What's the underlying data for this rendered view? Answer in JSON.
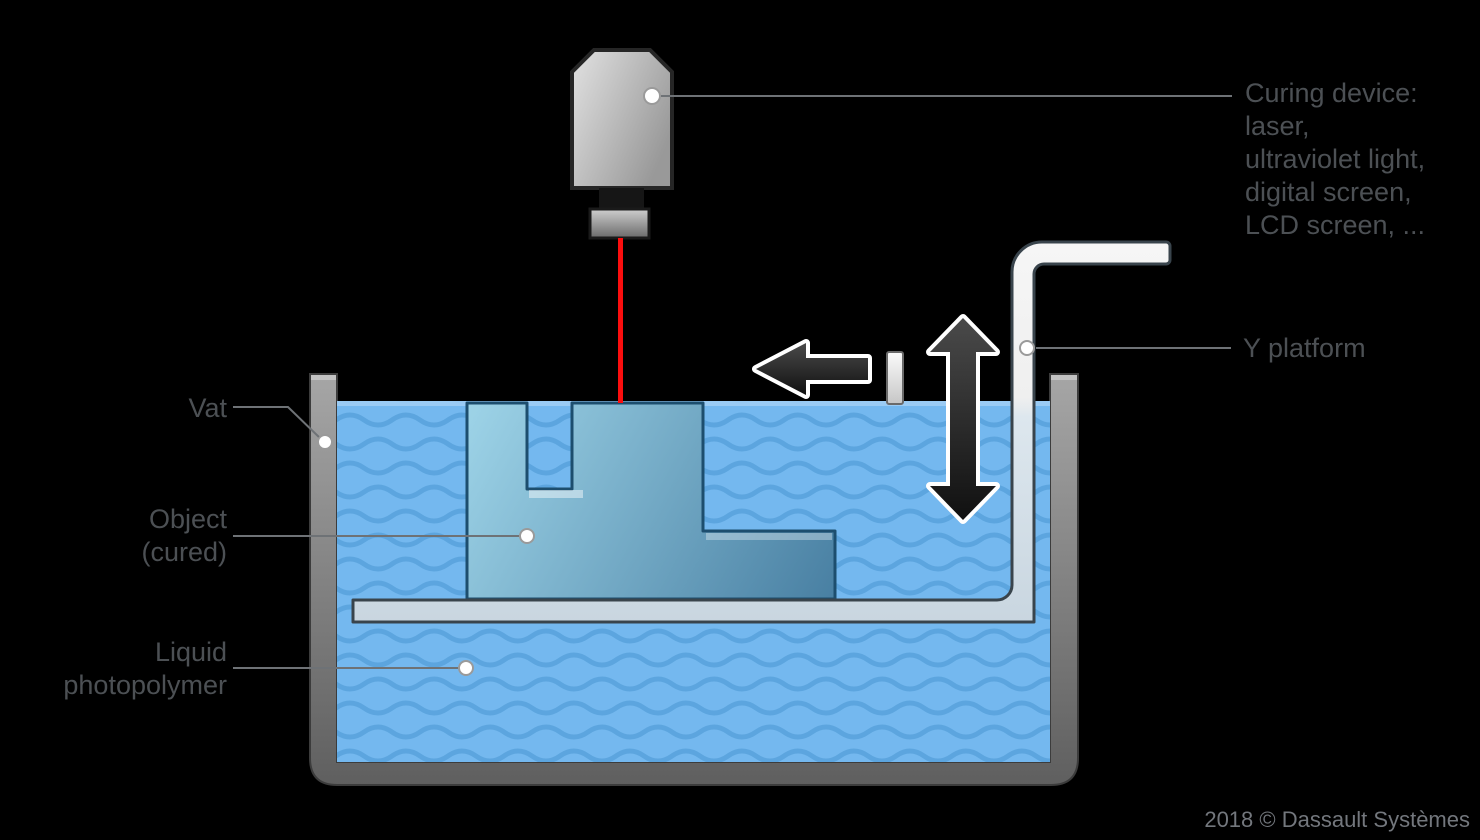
{
  "labels": {
    "curing_device": {
      "lines": [
        "Curing device:",
        "laser,",
        "ultraviolet light,",
        "digital screen,",
        "LCD screen, ..."
      ]
    },
    "y_platform": "Y platform",
    "vat": "Vat",
    "object": {
      "lines": [
        "Object",
        "(cured)"
      ]
    },
    "liquid": {
      "lines": [
        "Liquid",
        "photopolymer"
      ]
    }
  },
  "footer": {
    "credit": "2018 © Dassault Systèmes"
  },
  "colors": {
    "background": "#000000",
    "label_text": "#4c5054",
    "footer_text": "#73777d",
    "callout_line": "#6e7276",
    "callout_dot_fill": "#ffffff",
    "callout_dot_stroke": "#9a9a9a",
    "laser_beam": "#fb0e0e",
    "liquid": "#74b8ef",
    "liquid_wave": "#58a2dc",
    "liquid_surface": "#9ecdf4",
    "object_light": "#9ed4e8",
    "object_dark": "#487fa2",
    "object_border": "#1d4e6e",
    "vat_light": "#a6a6a6",
    "vat_dark": "#5f5f5f",
    "vat_border": "#3c3c3c",
    "vat_top_cap": "#c2c2c2",
    "platform_top": "#f6f6f6",
    "platform_above_water": "#efefef",
    "platform_below_waterline": "#dde7ee",
    "platform_bottom": "#c9d6e0",
    "platform_border": "#39444c",
    "arrow_fill_light": "#4a4a4a",
    "arrow_fill_dark": "#101010",
    "arrow_outline": "#ffffff",
    "device_light": "#e2e2e2",
    "device_dark": "#999999",
    "device_border": "#262626",
    "device_neck": "#161616",
    "lens_light": "#cfcfcf",
    "lens_dark": "#6a6a6a"
  }
}
